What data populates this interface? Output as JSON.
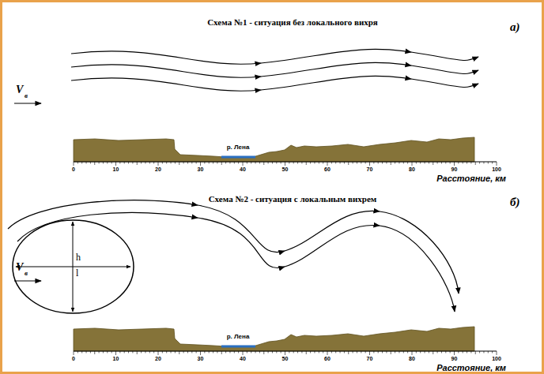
{
  "diagram": {
    "nodes": [
      {
        "text": [
          "h",
          "l"
        ]
      }
    ],
    "labels": [
      "Схема №1 - ситуация без локального вихря",
      "а)",
      "V",
      "в",
      "р. Лена",
      "0",
      "10",
      "20",
      "30",
      "40",
      "50",
      "60",
      "70",
      "80",
      "90",
      "100",
      "Расстояние, км",
      "Схема №2 - ситуация с локальным вихрем",
      "б)",
      "V",
      "в",
      "р. Лена",
      "0",
      "10",
      "20",
      "30",
      "40",
      "50",
      "60",
      "70",
      "80",
      "90",
      "100",
      "Расстояние, км"
    ]
  }
}
